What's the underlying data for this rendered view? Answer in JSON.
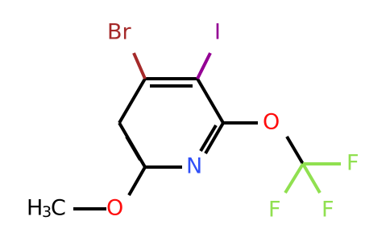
{
  "molecule": {
    "atoms": {
      "br": "Br",
      "i": "I",
      "n": "N",
      "o_methoxy": "O",
      "o_trifluoromethoxy": "O",
      "ch3_h": "H",
      "ch3_sub": "3",
      "ch3_c": "C",
      "f1": "F",
      "f2": "F",
      "f3": "F"
    },
    "colors": {
      "carbon_bond": "#000000",
      "bromine": "#a52a2a",
      "iodine": "#940094",
      "nitrogen": "#3050f8",
      "oxygen": "#ff0d0d",
      "fluorine": "#90e050",
      "text_dark": "#000000"
    }
  }
}
